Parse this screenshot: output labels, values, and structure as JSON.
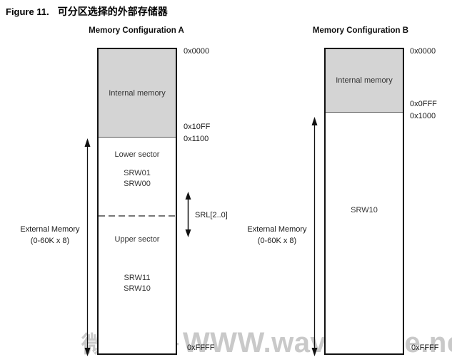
{
  "figure": {
    "label": "Figure 11.",
    "title": "可分区选择的外部存储器"
  },
  "config_a": {
    "header": "Memory Configuration A",
    "internal_label": "Internal memory",
    "addresses": {
      "top": "0x0000",
      "internal_end": "0x10FF",
      "external_start": "0x1100",
      "bottom": "0xFFFF"
    },
    "lower_sector": {
      "label": "Lower sector",
      "regs": [
        "SRW01",
        "SRW00"
      ]
    },
    "upper_sector": {
      "label": "Upper sector",
      "regs": [
        "SRW11",
        "SRW10"
      ]
    },
    "srl_label": "SRL[2..0]",
    "external_label_line1": "External Memory",
    "external_label_line2": "(0-60K x 8)"
  },
  "config_b": {
    "header": "Memory Configuration B",
    "internal_label": "Internal memory",
    "addresses": {
      "top": "0x0000",
      "internal_end": "0x0FFF",
      "external_start": "0x1000",
      "bottom": "0xFFFF"
    },
    "region_label": "SRW10",
    "external_label_line1": "External Memory",
    "external_label_line2": "(0-60K x 8)"
  },
  "watermark": {
    "cjk": "微雪电子",
    "latin": "WWW.waveshare.net"
  },
  "colors": {
    "internal_fill": "#d4d4d4",
    "border": "#111111",
    "watermark": "#c9c9c9"
  }
}
